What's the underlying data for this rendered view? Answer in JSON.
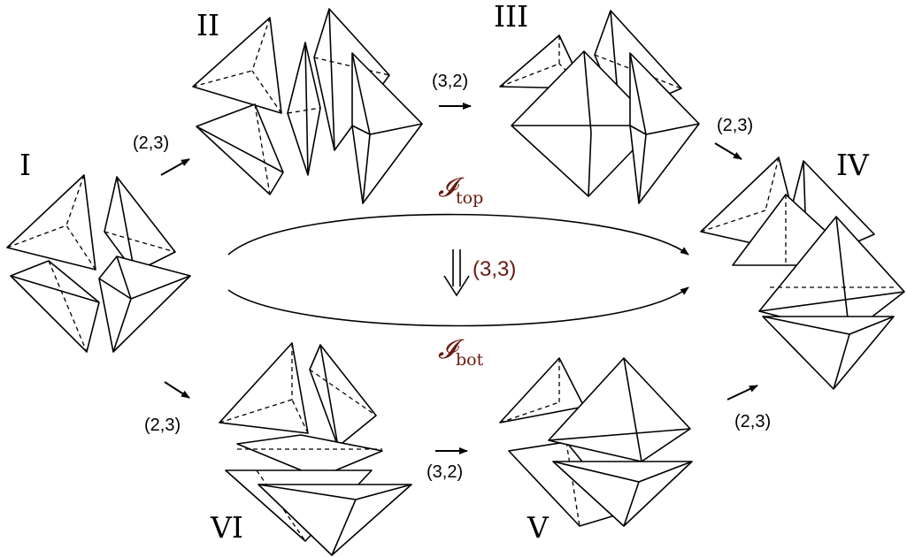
{
  "stages": [
    {
      "id": "I",
      "label": "I"
    },
    {
      "id": "II",
      "label": "II"
    },
    {
      "id": "III",
      "label": "III"
    },
    {
      "id": "IV",
      "label": "IV"
    },
    {
      "id": "V",
      "label": "V"
    },
    {
      "id": "VI",
      "label": "VI"
    }
  ],
  "moves": {
    "i_to_ii": "(2,3)",
    "ii_to_iii": "(3,2)",
    "iii_to_iv": "(2,3)",
    "i_to_vi": "(2,3)",
    "vi_to_v": "(3,2)",
    "v_to_iv": "(2,3)",
    "center": "(3,3)"
  },
  "paths": {
    "top": {
      "symbol": "𝓘",
      "subscript": "top"
    },
    "bot": {
      "symbol": "𝓘",
      "subscript": "bot"
    }
  },
  "colors": {
    "accent": "#6b1a0f",
    "line": "#000000",
    "background": "#ffffff"
  }
}
